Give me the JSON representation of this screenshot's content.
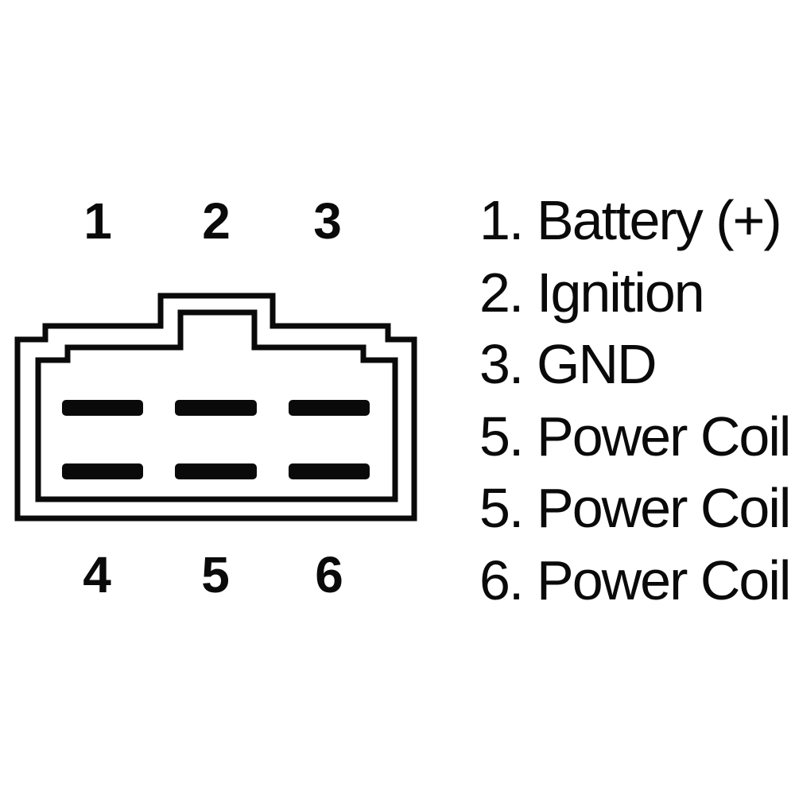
{
  "connector": {
    "description": "6-pin connector front view",
    "top_pins": [
      "1",
      "2",
      "3"
    ],
    "bottom_pins": [
      "4",
      "5",
      "6"
    ],
    "pin_slot_count": 6
  },
  "legend": {
    "items": [
      {
        "num": "1.",
        "label": "Battery (+)"
      },
      {
        "num": "2.",
        "label": "Ignition"
      },
      {
        "num": "3.",
        "label": "GND"
      },
      {
        "num": "5.",
        "label": "Power Coil"
      },
      {
        "num": "5.",
        "label": "Power Coil"
      },
      {
        "num": "6.",
        "label": "Power Coil"
      }
    ]
  },
  "colors": {
    "ink": "#0a0a0a",
    "background": "#ffffff"
  }
}
